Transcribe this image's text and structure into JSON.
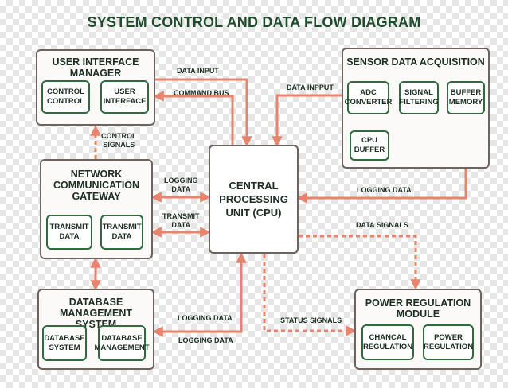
{
  "title": "SYSTEM CONTROL AND DATA FLOW DIAGRAM",
  "colors": {
    "arrow": "#e8836e",
    "module_border": "#2f6b3d",
    "group_border": "#6f645d",
    "title": "#1f4d2c"
  },
  "groups": {
    "ui_manager": {
      "title": "USER INTERFACE MANAGER",
      "modules": [
        "CONTROL\nCONTROL",
        "USER\nINTERFACE"
      ]
    },
    "sensor": {
      "title": "SENSOR DATA ACQUISITION",
      "modules": [
        "ADC\nCONVERTER",
        "SIGNAL\nFILTERING",
        "BUFFER\nMEMORY",
        "CPU\nBUFFER"
      ]
    },
    "network": {
      "title": "NETWORK\nCOMMUNICATION\nGATEWAY",
      "modules": [
        "TRANSMIT\nDATA",
        "TRANSMIT\nDATA"
      ]
    },
    "database": {
      "title": "DATABASE MANAGEMENT\nSYSTEM",
      "modules": [
        "DATABASE\nSYSTEM",
        "DATABASE\nMANAGEMENT"
      ]
    },
    "power": {
      "title": "POWER REGULATION MODULE",
      "modules": [
        "CHANCAL\nREGULATION",
        "POWER\nREGULATION"
      ]
    }
  },
  "cpu": {
    "label": "CENTRAL\nPROCESSING\nUNIT (CPU)"
  },
  "flow_labels": {
    "data_input": "DATA INPUT",
    "command_bus": "COMMAND BUS",
    "data_inpput": "DATA INPPUT",
    "control_signals": "CONTROL\nSIGNALS",
    "logging_data_1": "LOGGING\nDATA",
    "transmit_data": "TRANSMIT\nDATA",
    "logging_data_sensor": "LOGGING DATA",
    "data_signals": "DATA SIGNALS",
    "logging_data_db_1": "LOGGING DATA",
    "logging_data_db_2": "LOGGING DATA",
    "status_signals": "STATUS SIGNALS"
  }
}
